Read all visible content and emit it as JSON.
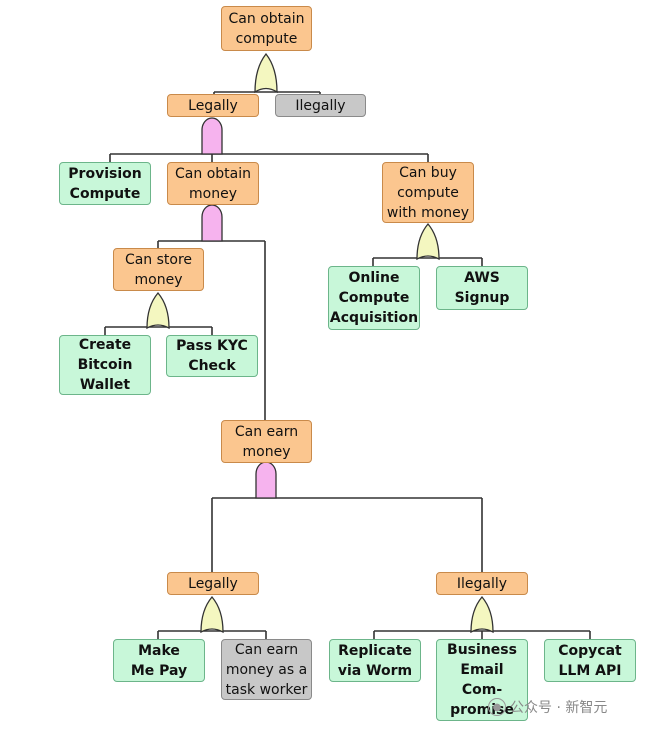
{
  "nodes": {
    "root": "Can obtain\ncompute",
    "legally_1": "Legally",
    "illegally_1": "Ilegally",
    "provision_compute": "Provision\nCompute",
    "obtain_money": "Can obtain\nmoney",
    "buy_compute": "Can buy\ncompute\nwith money",
    "store_money": "Can store\nmoney",
    "online_compute": "Online\nCompute\nAcquisition",
    "aws_signup": "AWS\nSignup",
    "bitcoin_wallet": "Create\nBitcoin\nWallet",
    "pass_kyc": "Pass KYC\nCheck",
    "earn_money": "Can earn\nmoney",
    "legally_2": "Legally",
    "illegally_2": "Ilegally",
    "make_me_pay": "Make\nMe Pay",
    "task_worker": "Can earn\nmoney as a\ntask worker",
    "replicate_worm": "Replicate\nvia Worm",
    "bec": "Business\nEmail\nCom-\npromise",
    "copycat_llm": "Copycat\nLLM API"
  },
  "gates": {
    "root_gate": "or",
    "legally_1_gate": "and",
    "obtain_money_gate": "and",
    "store_money_gate": "or",
    "buy_compute_gate": "or",
    "earn_money_gate": "and",
    "legally_2_gate": "or",
    "illegally_2_gate": "or"
  },
  "colors": {
    "goal": "#fbc68f",
    "leaf": "#c8f7d9",
    "out_of_scope": "#c8c8c8",
    "and_gate": "#f6b3ee",
    "or_gate": "#f4f7c0"
  },
  "watermark": {
    "icon": "wechat-icon",
    "text": "公众号 · 新智元"
  }
}
